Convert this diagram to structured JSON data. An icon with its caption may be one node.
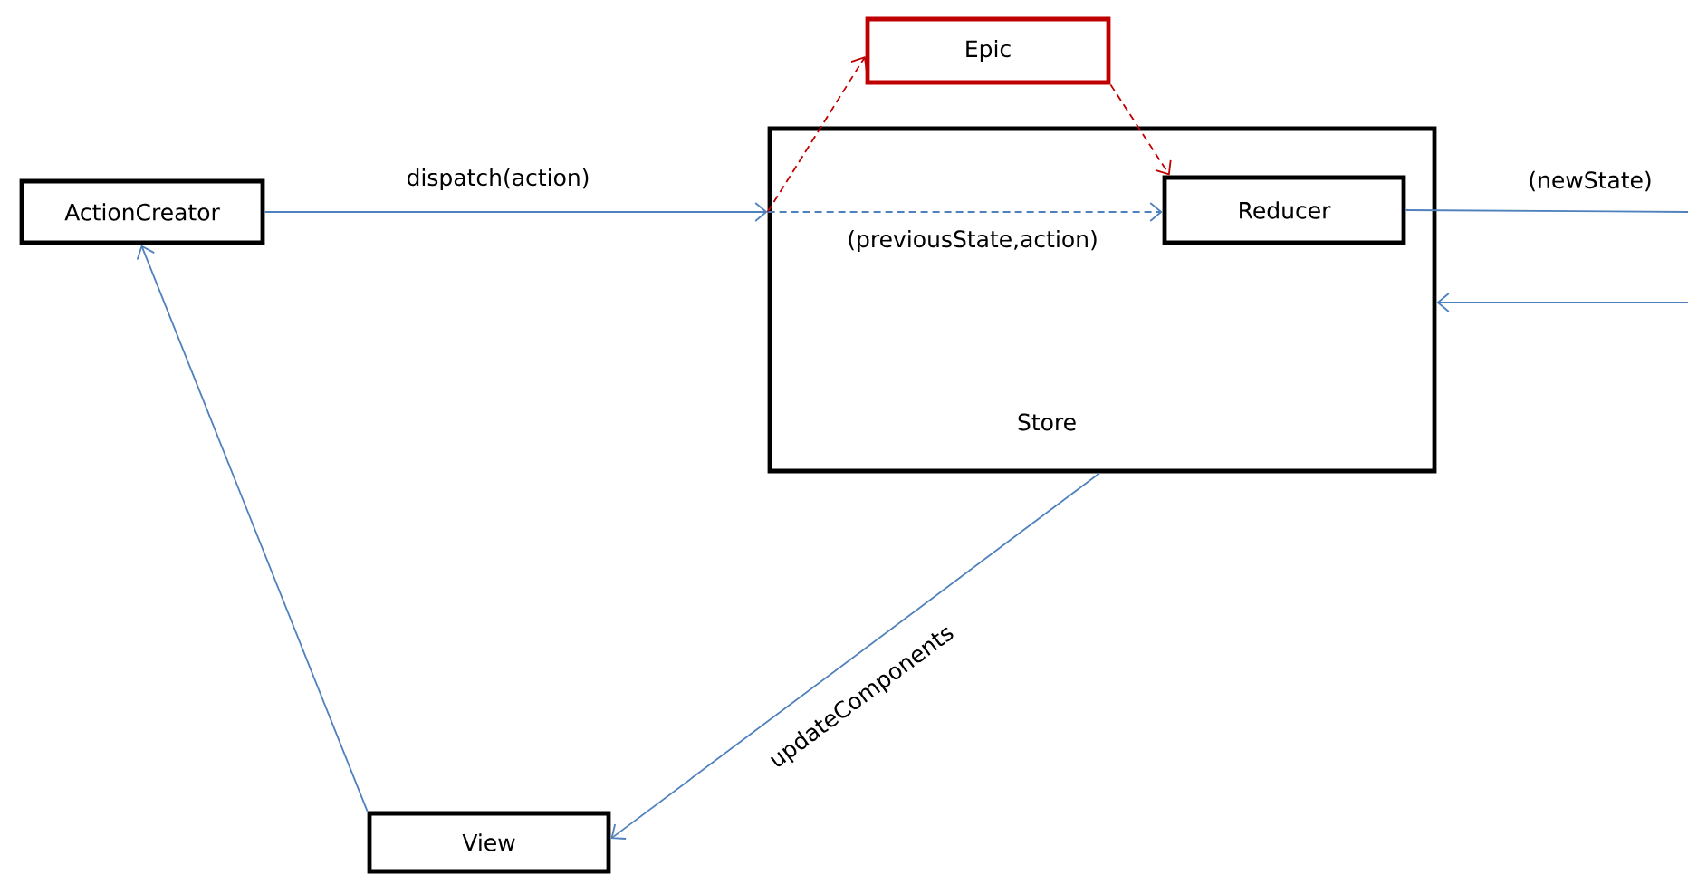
{
  "diagram": {
    "nodes": [
      {
        "text": [
          "ActionCreator"
        ]
      },
      {
        "text": [
          "Store"
        ]
      },
      {
        "text": [
          "Reducer"
        ],
        "in": 1
      },
      {
        "text": [
          "Epic"
        ]
      },
      {
        "text": [
          "View"
        ]
      }
    ],
    "edges": [
      {
        "from": 0,
        "to": 1,
        "arrow": "to",
        "label": "dispatch(action)"
      },
      {
        "from": 1,
        "to": 2,
        "arrow": "to",
        "label": "(previousState,action)",
        "style": "dashed"
      },
      {
        "from": 1,
        "to": 3,
        "arrow": "to",
        "style": "dashed",
        "color": "#c00000"
      },
      {
        "from": 3,
        "to": 2,
        "arrow": "to",
        "style": "dashed",
        "color": "#c00000"
      },
      {
        "from": 2,
        "to": null,
        "arrow": "none",
        "label": "(newState)"
      },
      {
        "from": null,
        "to": 1,
        "arrow": "to"
      },
      {
        "from": 1,
        "to": 4,
        "arrow": "to",
        "label": "updateComponents"
      },
      {
        "from": 4,
        "to": 0,
        "arrow": "to"
      }
    ]
  }
}
